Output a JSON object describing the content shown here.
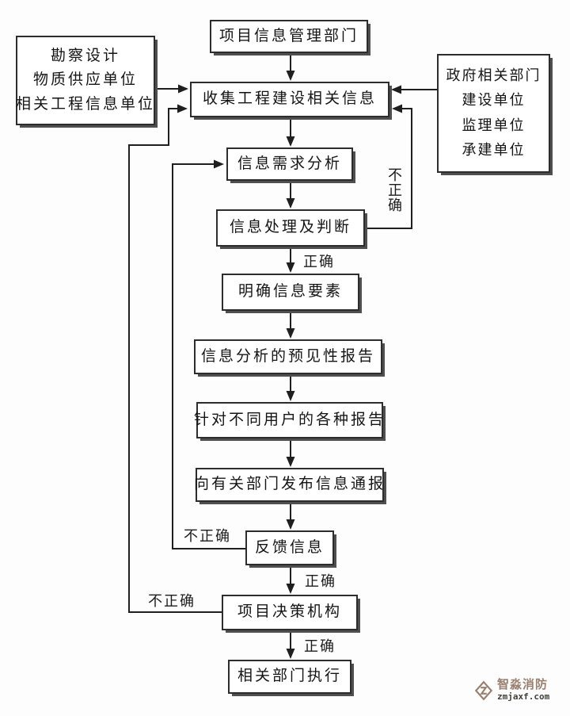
{
  "diagram": {
    "nodes": {
      "top": "项目信息管理部门",
      "left_sources": [
        "勘察设计",
        "物质供应单位",
        "相关工程信息单位"
      ],
      "right_sources": [
        "政府相关部门",
        "建设单位",
        "监理单位",
        "承建单位"
      ],
      "collect": "收集工程建设相关信息",
      "demand_analysis": "信息需求分析",
      "processing_judgment": "信息处理及判断",
      "clarify_elements": "明确信息要素",
      "forecast_report": "信息分析的预见性报告",
      "user_reports": "针对不同用户的各种报告",
      "bulletin": "向有关部门发布信息通报",
      "feedback": "反馈信息",
      "decision_body": "项目决策机构",
      "execution": "相关部门执行"
    },
    "edge_labels": {
      "correct_after_processing": "正确",
      "correct_after_feedback": "正确",
      "correct_after_decision": "正确",
      "incorrect_processing_loop": "不正确",
      "incorrect_feedback_loop": "不正确",
      "incorrect_decision_loop": "不正确"
    },
    "colors": {
      "line": "#1f1f1f",
      "box_border": "#2d2d2d",
      "box_shadow": "#4f4f4f"
    }
  },
  "watermark": {
    "brand": "智淼消防",
    "domain": "zmjaxf.com",
    "brand_color": "#9a8070"
  }
}
